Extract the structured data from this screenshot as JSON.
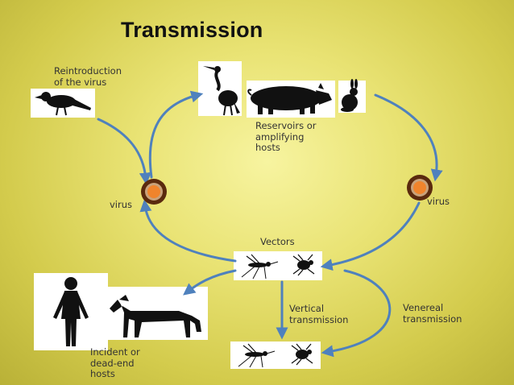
{
  "title": "Transmission",
  "labels": {
    "reintroduction": "Reintroduction\nof the virus",
    "reservoirs": "Reservoirs or\namplifying\nhosts",
    "virus_left": "virus",
    "virus_right": "virus",
    "vectors": "Vectors",
    "vertical": "Vertical\ntransmission",
    "venereal": "Venereal\ntransmission",
    "incident": "Incident or\ndead-end\nhosts"
  },
  "icons": [
    "crow-icon",
    "heron-icon",
    "pig-icon",
    "rabbit-icon",
    "virus-icon",
    "mosquito-icon",
    "tick-icon",
    "human-icon",
    "horse-icon"
  ],
  "colors": {
    "arrow": "#4f81bd",
    "virus_ring": "#5a2a0e",
    "virus_core": "#f0842c"
  }
}
